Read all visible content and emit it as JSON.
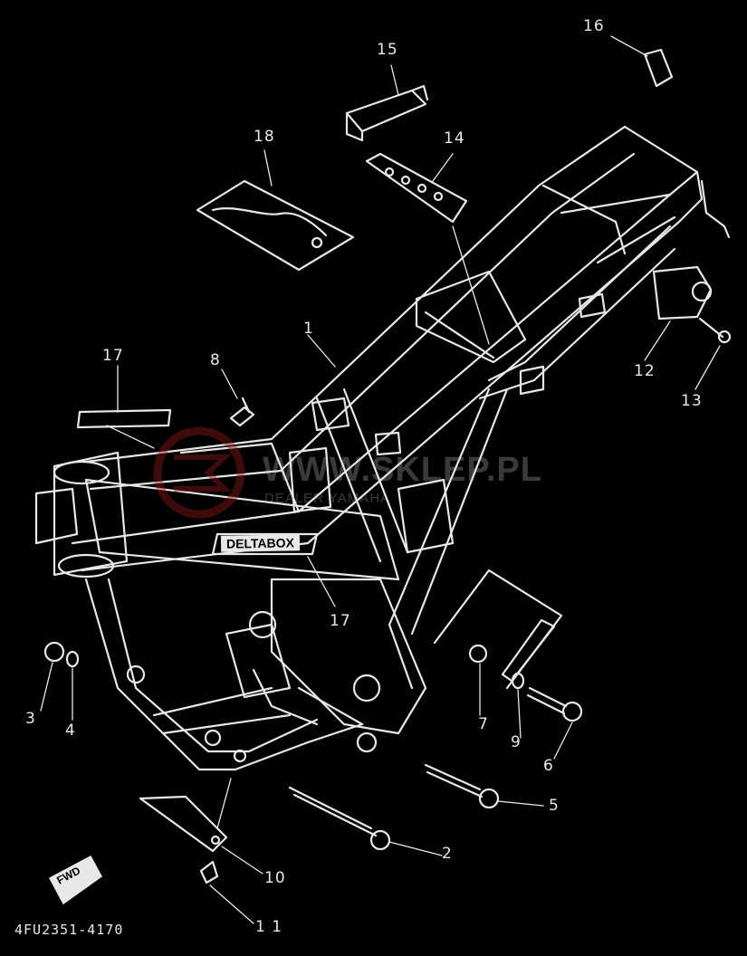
{
  "diagram": {
    "code": "4FU2351-4170",
    "labels": {
      "l1": "1",
      "l2": "2",
      "l3": "3",
      "l4": "4",
      "l5": "5",
      "l6": "6",
      "l7": "7",
      "l8": "8",
      "l9": "9",
      "l10": "10",
      "l11": "1 1",
      "l12": "12",
      "l13": "13",
      "l14": "14",
      "l15": "15",
      "l16": "16",
      "l17a": "17",
      "l17b": "17",
      "l18": "18"
    },
    "frame_decal_text": "DELTABOX",
    "fwd_label": "FWD"
  },
  "watermark": {
    "title": "WWW.SKLEP.PL",
    "subtitle": "DEALER YAMAHA",
    "color": "#8a1a1a"
  },
  "colors": {
    "background": "#000000",
    "ink": "#e8e8e8"
  }
}
